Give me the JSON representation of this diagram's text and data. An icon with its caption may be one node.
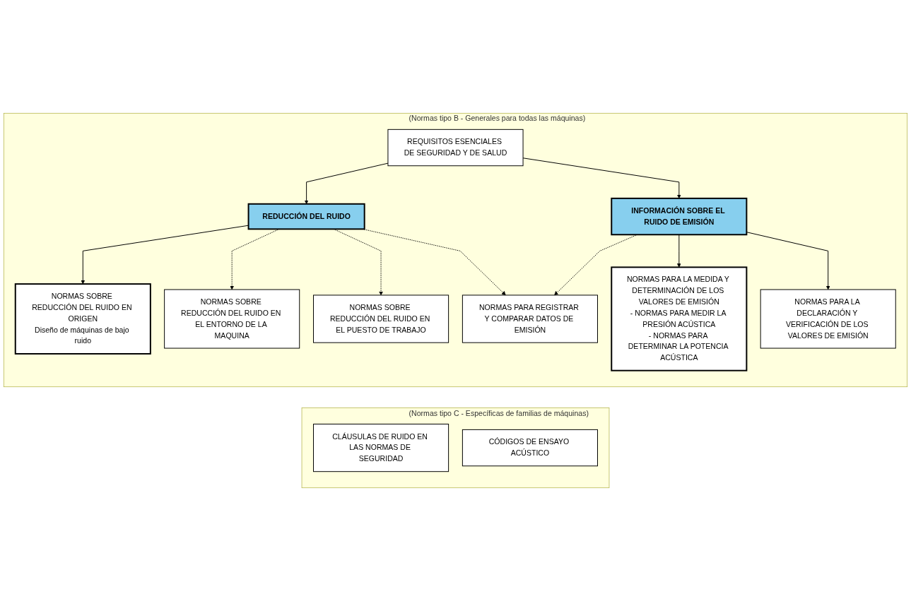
{
  "diagram": {
    "nodes": [
      {
        "text": [
          "(Normas tipo B - Generales para todas las máquinas)"
        ]
      },
      {
        "text": [
          "REQUISITOS ESENCIALES DE SEGURIDAD Y DE SALUD"
        ],
        "in": 0
      },
      {
        "text": [
          "REDUCCIÓN DEL RUIDO"
        ],
        "in": 0
      },
      {
        "text": [
          "INFORMACIÓN SOBRE EL RUIDO DE EMISIÓN"
        ],
        "in": 0
      },
      {
        "text": [
          "NORMAS SOBRE REDUCCIÓN DEL RUIDO EN ORIGEN",
          "Diseño de máquinas de bajo ruido"
        ],
        "in": 0
      },
      {
        "text": [
          "NORMAS SOBRE REDUCCIÓN DEL RUIDO EN EL ENTORNO DE LA MAQUINA"
        ],
        "in": 0
      },
      {
        "text": [
          "NORMAS SOBRE REDUCCIÓN DEL RUIDO EN EL PUESTO DE TRABAJO"
        ],
        "in": 0
      },
      {
        "text": [
          "NORMAS PARA REGISTRAR Y COMPARAR DATOS DE EMISIÓN"
        ],
        "in": 0
      },
      {
        "text": [
          "NORMAS PARA LA MEDIDA Y DETERMINACIÓN DE LOS VALORES DE EMISIÓN",
          "- NORMAS PARA MEDIR LA PRESIÓN ACÚSTICA",
          "- NORMAS PARA DETERMINAR LA POTENCIA ACÚSTICA"
        ],
        "in": 0
      },
      {
        "text": [
          "NORMAS PARA LA DECLARACIÓN Y VERIFICACIÓN DE LOS VALORES DE EMISIÓN"
        ],
        "in": 0
      },
      {
        "text": [
          "(Normas tipo C - Específicas de familias de máquinas)"
        ]
      },
      {
        "text": [
          "CLÁUSULAS DE RUIDO EN LAS NORMAS DE SEGURIDAD"
        ],
        "in": 10
      },
      {
        "text": [
          "CÓDIGOS DE ENSAYO ACÚSTICO"
        ],
        "in": 10
      }
    ],
    "edges": [
      {
        "from": 1,
        "to": 2,
        "arrow": "to"
      },
      {
        "from": 1,
        "to": 3,
        "arrow": "to"
      },
      {
        "from": 2,
        "to": 4,
        "arrow": "to"
      },
      {
        "from": 2,
        "to": 5,
        "arrow": "to",
        "style": "dashed"
      },
      {
        "from": 2,
        "to": 6,
        "arrow": "to",
        "style": "dashed"
      },
      {
        "from": 2,
        "to": 7,
        "arrow": "to",
        "style": "dashed"
      },
      {
        "from": 3,
        "to": 7,
        "arrow": "to",
        "style": "dashed"
      },
      {
        "from": 3,
        "to": 8,
        "arrow": "to"
      },
      {
        "from": 3,
        "to": 9,
        "arrow": "to"
      }
    ]
  }
}
